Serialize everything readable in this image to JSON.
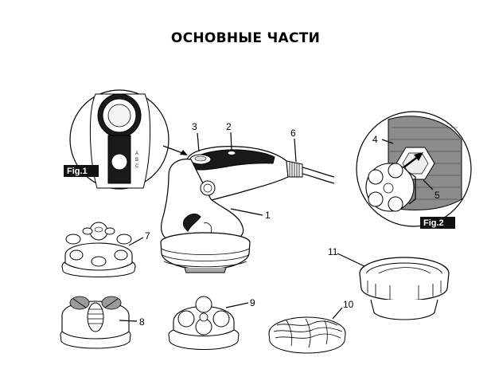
{
  "title": "ОСНОВНЫЕ ЧАСТИ",
  "figures": {
    "fig1": {
      "label": "Fig.1",
      "modes": [
        "A",
        "B",
        "C"
      ]
    },
    "fig2": {
      "label": "Fig.2"
    }
  },
  "callouts": [
    {
      "id": "1",
      "text": "1"
    },
    {
      "id": "2",
      "text": "2"
    },
    {
      "id": "3",
      "text": "3"
    },
    {
      "id": "4",
      "text": "4"
    },
    {
      "id": "5",
      "text": "5"
    },
    {
      "id": "6",
      "text": "6"
    },
    {
      "id": "7",
      "text": "7"
    },
    {
      "id": "8",
      "text": "8"
    },
    {
      "id": "9",
      "text": "9"
    },
    {
      "id": "10",
      "text": "10"
    },
    {
      "id": "11",
      "text": "11"
    }
  ]
}
